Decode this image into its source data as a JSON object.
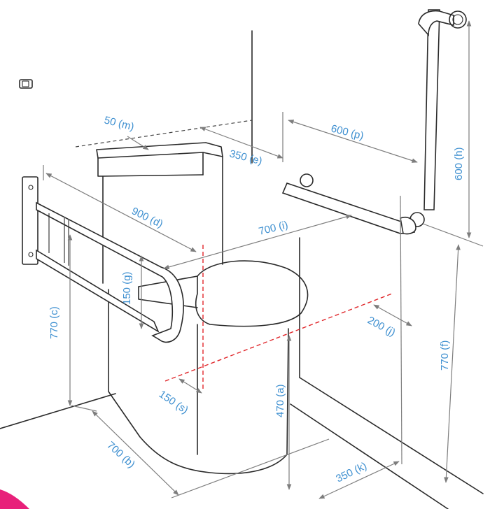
{
  "dimensions": [
    {
      "id": "m",
      "label": "50 (m)"
    },
    {
      "id": "e",
      "label": "350 (e)"
    },
    {
      "id": "p",
      "label": "600 (p)"
    },
    {
      "id": "h",
      "label": "600 (h)"
    },
    {
      "id": "d",
      "label": "900 (d)"
    },
    {
      "id": "i",
      "label": "700 (i)"
    },
    {
      "id": "g",
      "label": "150 (g)"
    },
    {
      "id": "c",
      "label": "770 (c)"
    },
    {
      "id": "j",
      "label": "200 (j)"
    },
    {
      "id": "f",
      "label": "770 (f)"
    },
    {
      "id": "a",
      "label": "470 (a)"
    },
    {
      "id": "s",
      "label": "150 (s)"
    },
    {
      "id": "b",
      "label": "700 (b)"
    },
    {
      "id": "k",
      "label": "350 (k)"
    }
  ],
  "colors": {
    "label": "#3d8fd0",
    "line": "#2a2a2a",
    "dimension": "#7d7d7d",
    "centerline": "#e0262a",
    "corner_accent": "#e8207a"
  },
  "icons": [
    "toilet-roll-holder-icon"
  ]
}
